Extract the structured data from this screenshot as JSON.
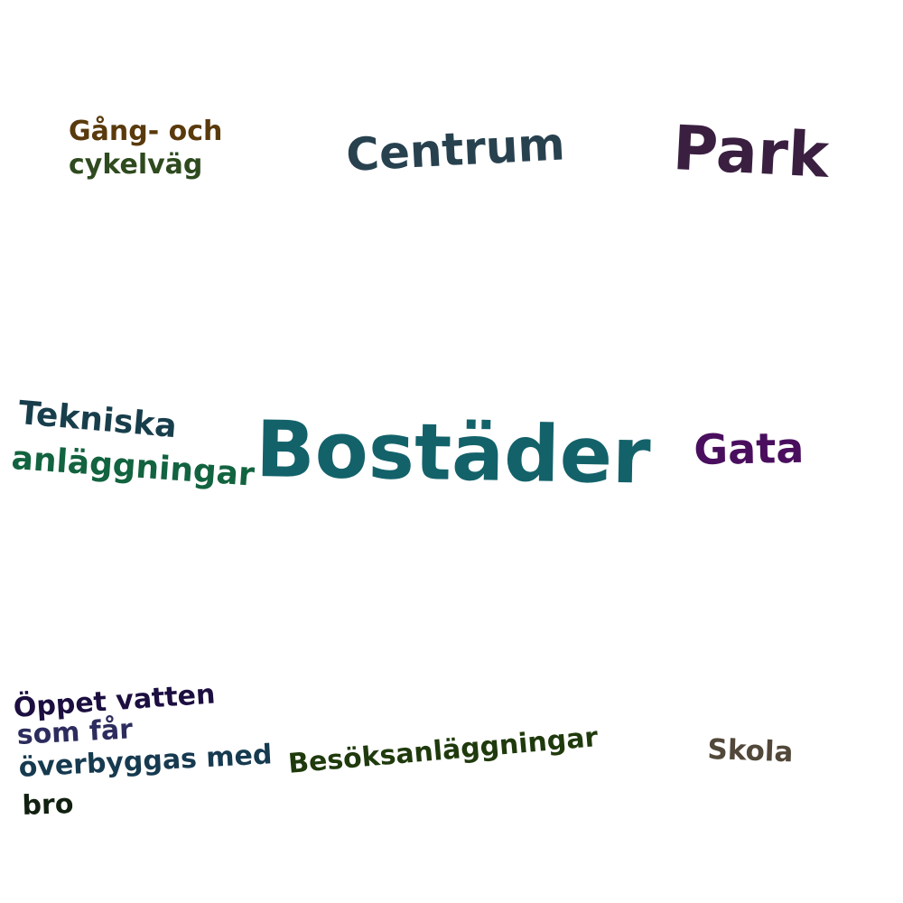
{
  "words": {
    "gang_och_cykelvag": {
      "line1": "Gång- och",
      "line2": "cykelväg",
      "color_line1": "#5a3a0c",
      "color_line2": "#2e4a1e"
    },
    "centrum": {
      "text": "Centrum",
      "color": "#28414f"
    },
    "park": {
      "text": "Park",
      "color": "#3a1f40"
    },
    "tekniska_anlaggningar": {
      "line1": "Tekniska",
      "line2": "anläggningar",
      "color_line1": "#183e4c",
      "color_line2": "#12633f"
    },
    "bostader": {
      "text": "Bostäder",
      "color": "#13626a"
    },
    "gata": {
      "text": "Gata",
      "color": "#4a0e5e"
    },
    "oppet_vatten": {
      "line1": "Öppet vatten",
      "line2": "som får",
      "line3": "överbyggas med",
      "line4": "bro",
      "color_line1": "#1c0e40",
      "color_line2": "#2c2c5e",
      "color_line3": "#163a50",
      "color_line4": "#112010"
    },
    "besoksanlaggningar": {
      "text": "Besöksanläggningar",
      "color": "#1f3a0c"
    },
    "skola": {
      "text": "Skola",
      "color": "#52483a"
    }
  }
}
